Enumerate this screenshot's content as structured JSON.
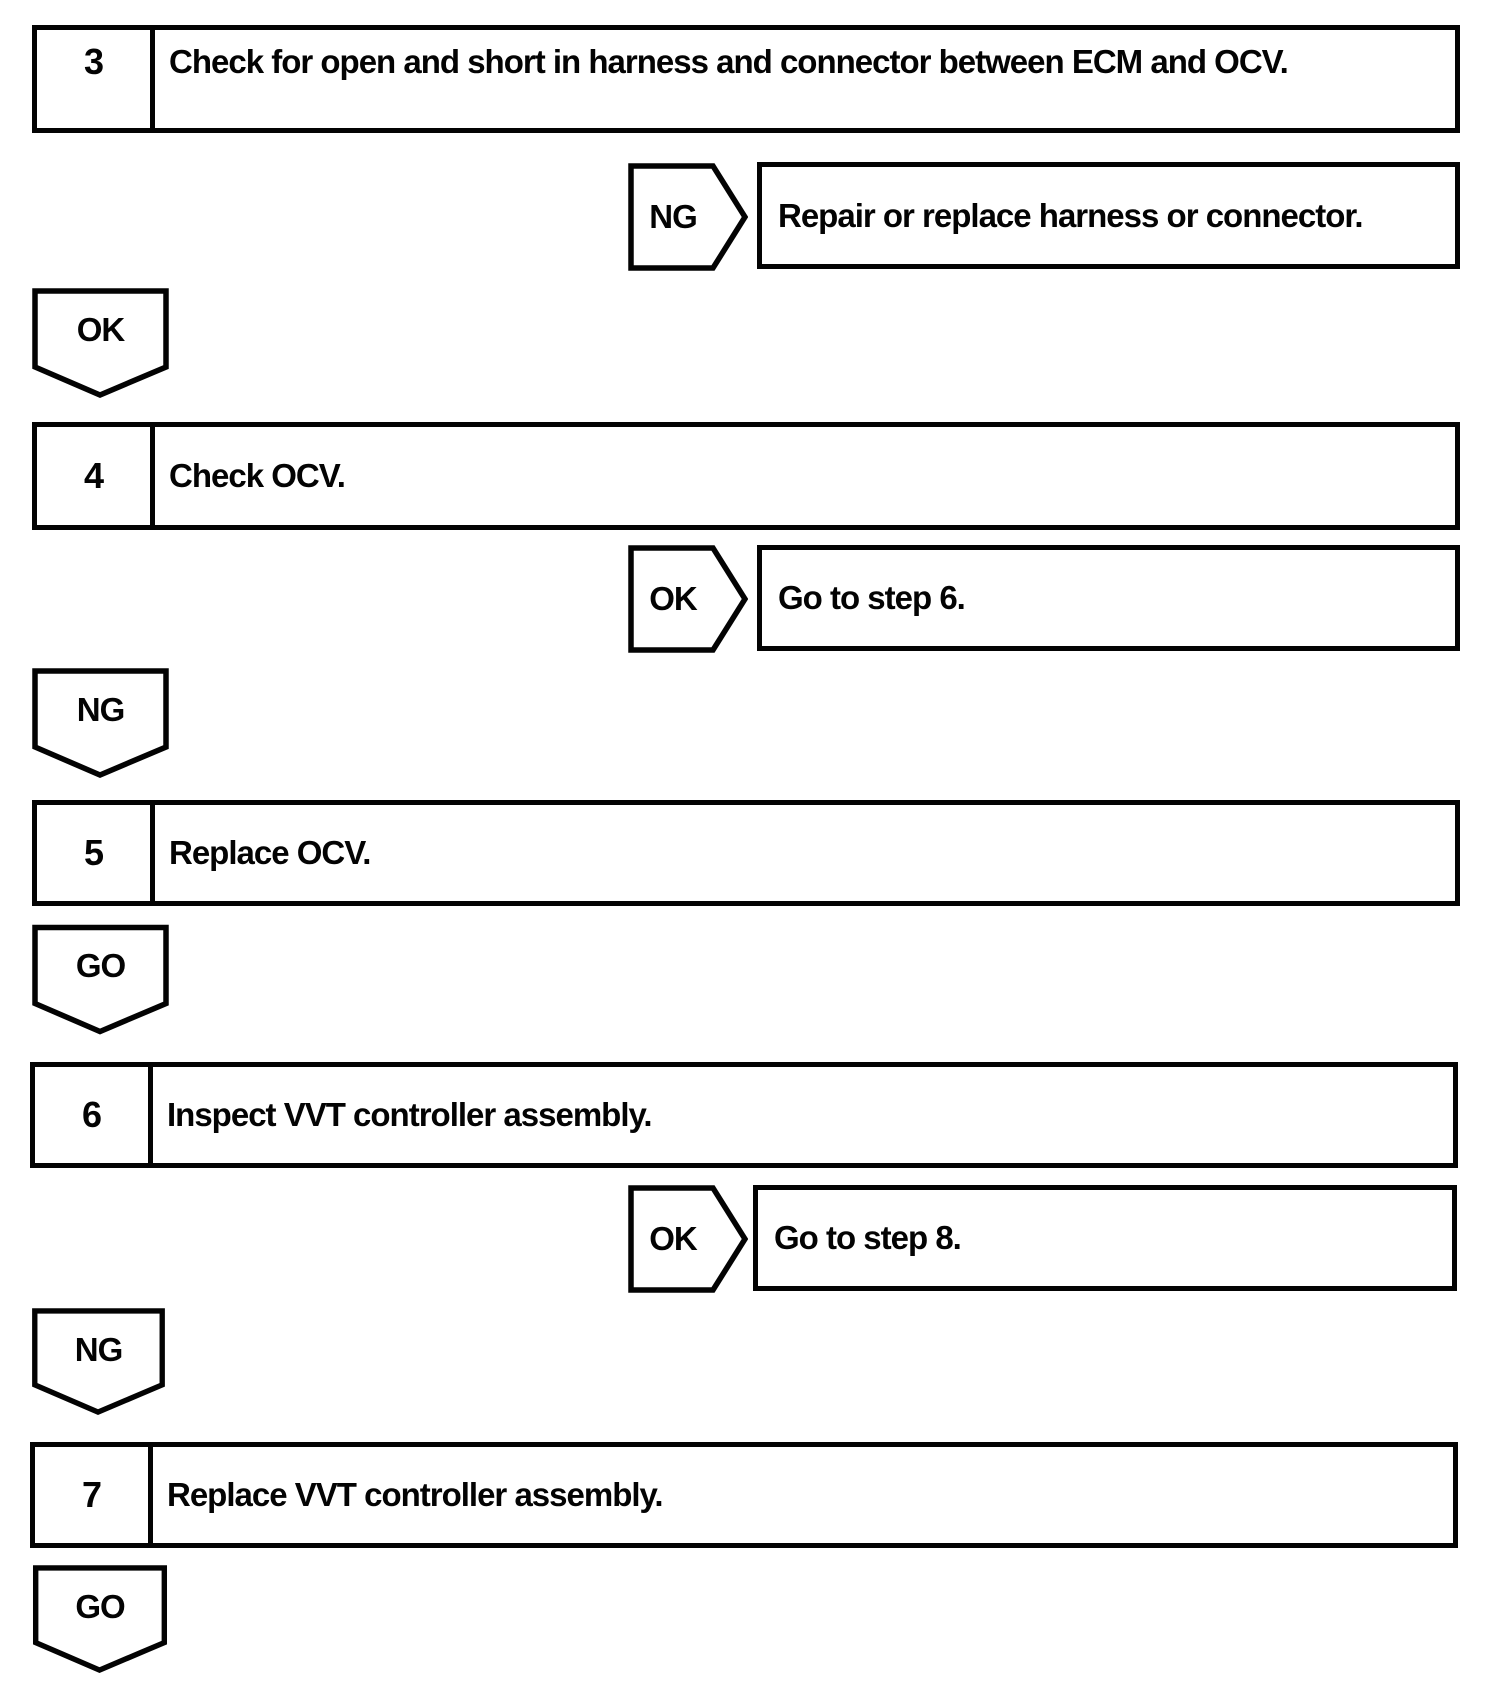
{
  "document": {
    "kind": "troubleshooting-flowchart",
    "colors": {
      "ink": "#030303",
      "paper": "#ffffff"
    },
    "steps": [
      {
        "number": "3",
        "title": "Check for open and short in harness and connector between ECM and OCV."
      },
      {
        "number": "4",
        "title": "Check OCV."
      },
      {
        "number": "5",
        "title": "Replace OCV."
      },
      {
        "number": "6",
        "title": "Inspect VVT controller assembly."
      },
      {
        "number": "7",
        "title": "Replace VVT controller assembly."
      }
    ],
    "branch_rows": [
      {
        "label": "NG",
        "action": "Repair or replace harness or connector."
      },
      {
        "label": "OK",
        "action": "Go to step 6."
      },
      {
        "label": "OK",
        "action": "Go to step 8."
      }
    ],
    "connectors": [
      {
        "label": "OK"
      },
      {
        "label": "NG"
      },
      {
        "label": "GO"
      },
      {
        "label": "NG"
      },
      {
        "label": "GO"
      }
    ]
  }
}
